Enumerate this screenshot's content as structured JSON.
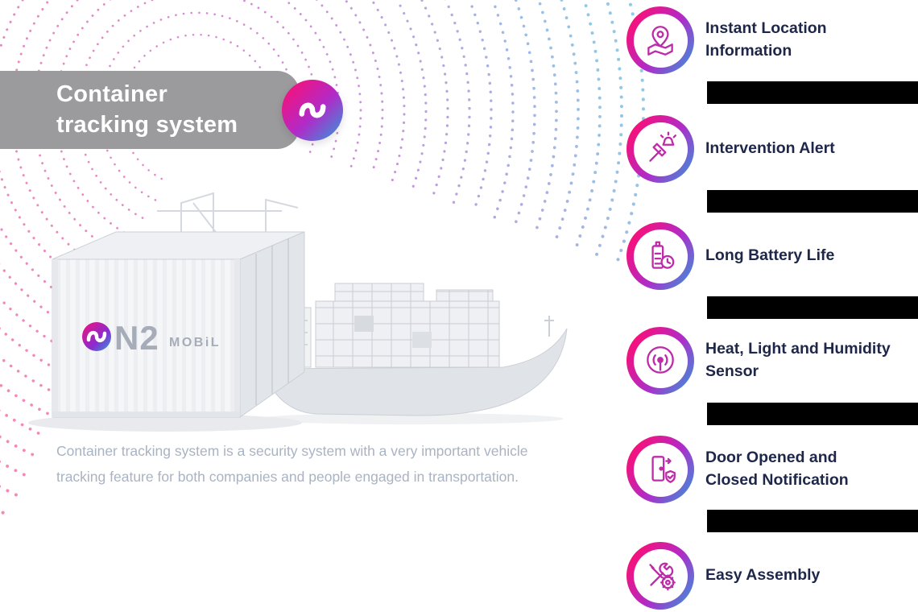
{
  "banner": {
    "line1": "Container",
    "line2": "tracking system"
  },
  "container_branding": {
    "brand": "N2",
    "brand_suffix": "MOBiL"
  },
  "description": {
    "text": "Container tracking system is a security system with a very important vehicle tracking feature for both companies and people engaged in transportation."
  },
  "features": [
    {
      "label": "Instant Location Information",
      "icon": "location-pin-icon",
      "redacted_bar_below": true
    },
    {
      "label": "Intervention Alert",
      "icon": "intervention-alert-icon",
      "redacted_bar_below": true
    },
    {
      "label": "Long Battery Life",
      "icon": "battery-life-icon",
      "redacted_bar_below": true
    },
    {
      "label": "Heat, Light and Humidity Sensor",
      "icon": "sensor-icon",
      "redacted_bar_below": true
    },
    {
      "label": "Door Opened and Closed Notification",
      "icon": "door-notification-icon",
      "redacted_bar_below": true
    },
    {
      "label": "Easy Assembly",
      "icon": "easy-assembly-icon",
      "redacted_bar_below": false
    }
  ],
  "colors": {
    "accent_pink": "#ee2a7b",
    "accent_purple": "#b02bc8",
    "accent_blue": "#2b9fdc",
    "feature_text": "#1e2749",
    "muted_text": "#a9b3c2",
    "banner_gray": "#9b9b9d",
    "redaction": "#000000"
  }
}
